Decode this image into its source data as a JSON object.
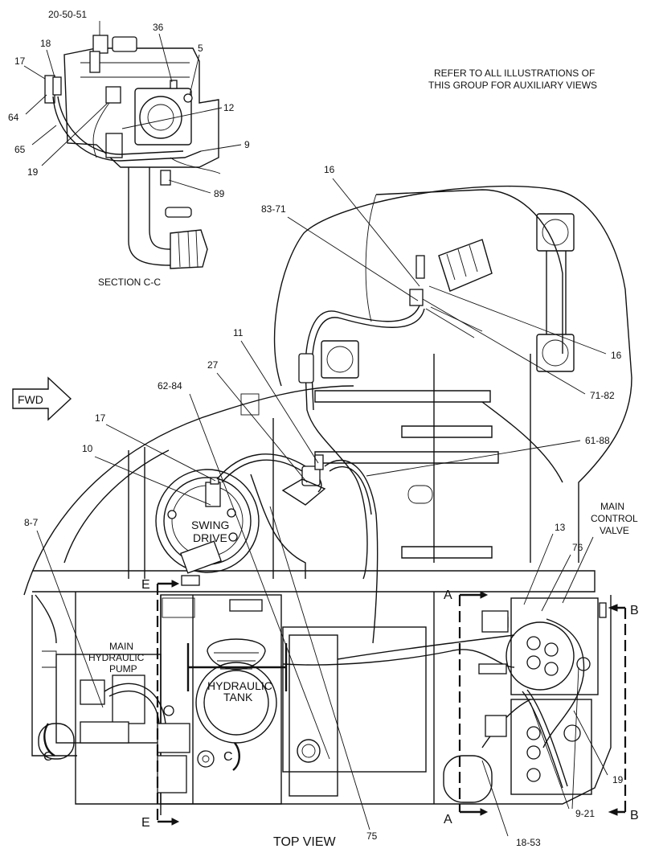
{
  "notes": {
    "refer_line1": "REFER TO ALL ILLUSTRATIONS OF",
    "refer_line2": "THIS GROUP FOR AUXILIARY VIEWS"
  },
  "section_title": "SECTION C-C",
  "view_title": "TOP VIEW",
  "fwd_label": "FWD",
  "components": {
    "swing_drive_line1": "SWING",
    "swing_drive_line2": "DRIVE",
    "main_pump_line1": "MAIN",
    "main_pump_line2": "HYDRAULIC",
    "main_pump_line3": "PUMP",
    "hyd_tank_line1": "HYDRAULIC",
    "hyd_tank_line2": "TANK",
    "mcv_line1": "MAIN",
    "mcv_line2": "CONTROL",
    "mcv_line3": "VALVE"
  },
  "section_markers": {
    "A_top": "A",
    "A_bottom": "A",
    "B_top": "B",
    "B_bottom": "B",
    "C_left": "C",
    "C_right": "C",
    "E_top": "E",
    "E_bottom": "E"
  },
  "callouts": {
    "c_20_50_51": "20-50-51",
    "c_36": "36",
    "c_5": "5",
    "c_18_top": "18",
    "c_17_top": "17",
    "c_64": "64",
    "c_12": "12",
    "c_65": "65",
    "c_9": "9",
    "c_19_top": "19",
    "c_89": "89",
    "c_16_a": "16",
    "c_83_71": "83-71",
    "c_16_b": "16",
    "c_11": "11",
    "c_71_82": "71-82",
    "c_27": "27",
    "c_62_84": "62-84",
    "c_17_mid": "17",
    "c_61_88": "61-88",
    "c_10": "10",
    "c_8_7": "8-7",
    "c_13": "13",
    "c_76": "76",
    "c_19_right": "19",
    "c_9_21": "9-21",
    "c_75": "75",
    "c_18_53": "18-53"
  }
}
